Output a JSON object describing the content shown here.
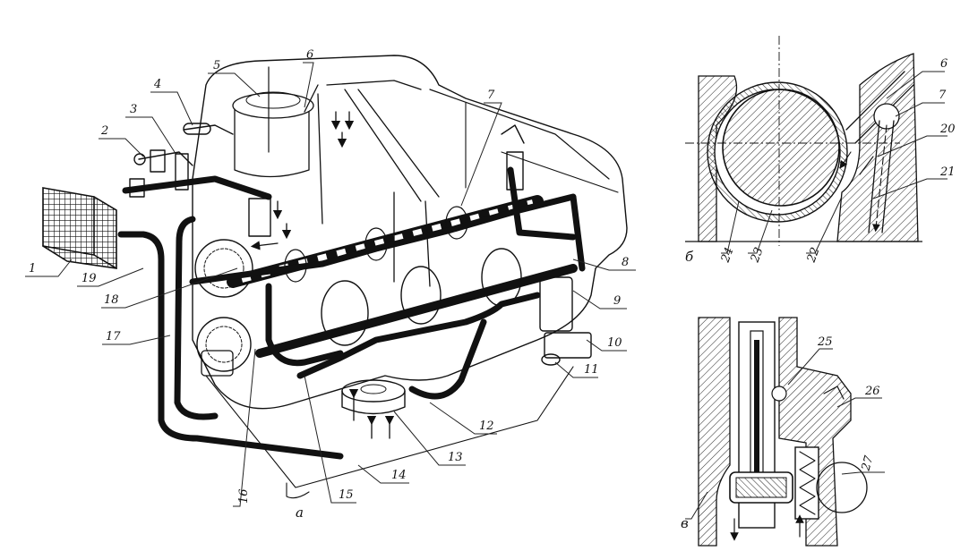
{
  "figure": {
    "subfigure_labels": {
      "a": "а",
      "b": "б",
      "c": "в"
    },
    "callouts_a": [
      "1",
      "2",
      "3",
      "4",
      "5",
      "6",
      "7",
      "8",
      "9",
      "10",
      "11",
      "12",
      "13",
      "14",
      "15",
      "16",
      "17",
      "18",
      "19"
    ],
    "callouts_b": [
      "6",
      "7",
      "20",
      "21",
      "22",
      "23",
      "24"
    ],
    "callouts_c": [
      "25",
      "26",
      "27"
    ]
  }
}
